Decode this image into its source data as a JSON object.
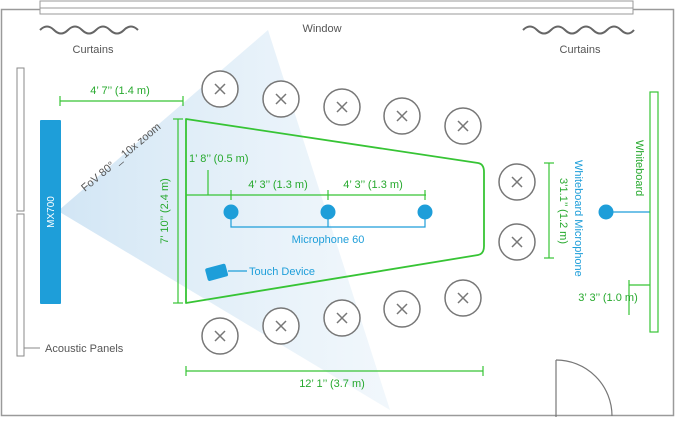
{
  "labels": {
    "window": "Window",
    "curtains_left": "Curtains",
    "curtains_right": "Curtains",
    "acoustic_panels": "Acoustic Panels",
    "camera": "MX700",
    "fov": "FoV 80° _ 10x zoom",
    "microphone_60": "Microphone 60",
    "touch_device": "Touch Device",
    "whiteboard": "Whiteboard",
    "whiteboard_microphone": "Whiteboard Microphone"
  },
  "dimensions": {
    "camera_to_table": "4’ 7’’ (1.4 m)",
    "table_width": "7’ 10’’ (2.4 m)",
    "mic_offset": "1’ 8’’ (0.5 m)",
    "mic_spacing_1": "4’ 3’’ (1.3 m)",
    "mic_spacing_2": "4’ 3’’ (1.3 m)",
    "table_length": "12’ 1’’ (3.7 m)",
    "whiteboard_mic_height": "3’1.1’’ (1.2 m)",
    "whiteboard_mic_distance": "3’ 3’’ (1.0 m)"
  },
  "colors": {
    "wall": "#9a9a9a",
    "table_outline": "#37c435",
    "dimension": "#37c435",
    "device_blue": "#1e9ed9",
    "fov_fill": "#dcecf7",
    "chair": "#777777"
  },
  "icons": {
    "chair": "chair-x-icon",
    "microphone": "microphone-dot-icon",
    "touch_device": "tablet-icon",
    "door": "door-swing-icon"
  }
}
